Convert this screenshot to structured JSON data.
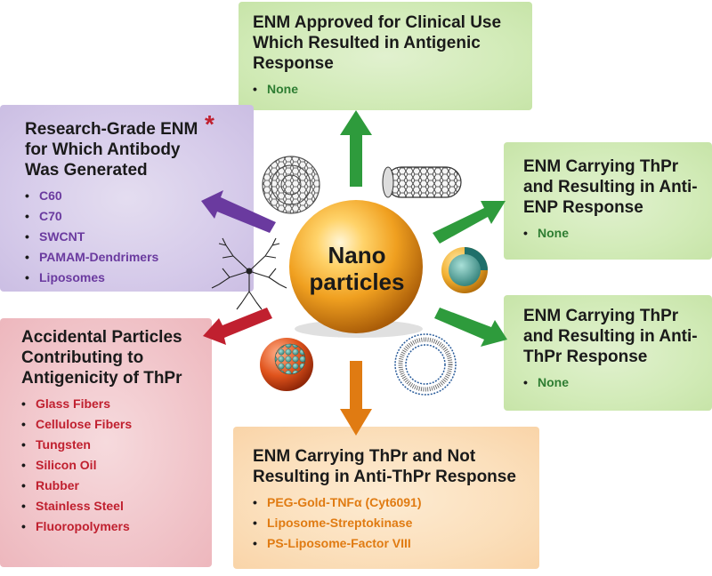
{
  "center": {
    "line1": "Nano",
    "line2": "particles"
  },
  "top": {
    "title": "ENM Approved for Clinical Use Which Resulted in Antigenic Response",
    "items": [
      "None"
    ]
  },
  "research": {
    "title": "Research-Grade ENM for Which Antibody Was Generated",
    "asterisk": "*",
    "items": [
      "C60",
      "C70",
      "SWCNT",
      "PAMAM-Dendrimers",
      "Liposomes"
    ]
  },
  "anti_enp": {
    "title": "ENM Carrying ThPr and Resulting in Anti-ENP Response",
    "items": [
      "None"
    ]
  },
  "anti_thpr": {
    "title": "ENM Carrying ThPr and Resulting in Anti-ThPr Response",
    "items": [
      "None"
    ]
  },
  "accidental": {
    "title": "Accidental Particles Contributing to Antigenicity of ThPr",
    "items": [
      "Glass Fibers",
      "Cellulose Fibers",
      "Tungsten",
      "Silicon Oil",
      "Rubber",
      "Stainless Steel",
      "Fluoropolymers"
    ]
  },
  "not_resulting": {
    "title": "ENM Carrying ThPr and Not Resulting in Anti-ThPr Response",
    "items": [
      "PEG-Gold-TNFα (Cyt6091)",
      "Liposome-Streptokinase",
      "PS-Liposome-Factor VIII"
    ]
  },
  "colors": {
    "green": "#2e7d32",
    "purple": "#6a3a9f",
    "red": "#c0202f",
    "orange": "#e07b12",
    "sphere": "#f0a020"
  }
}
